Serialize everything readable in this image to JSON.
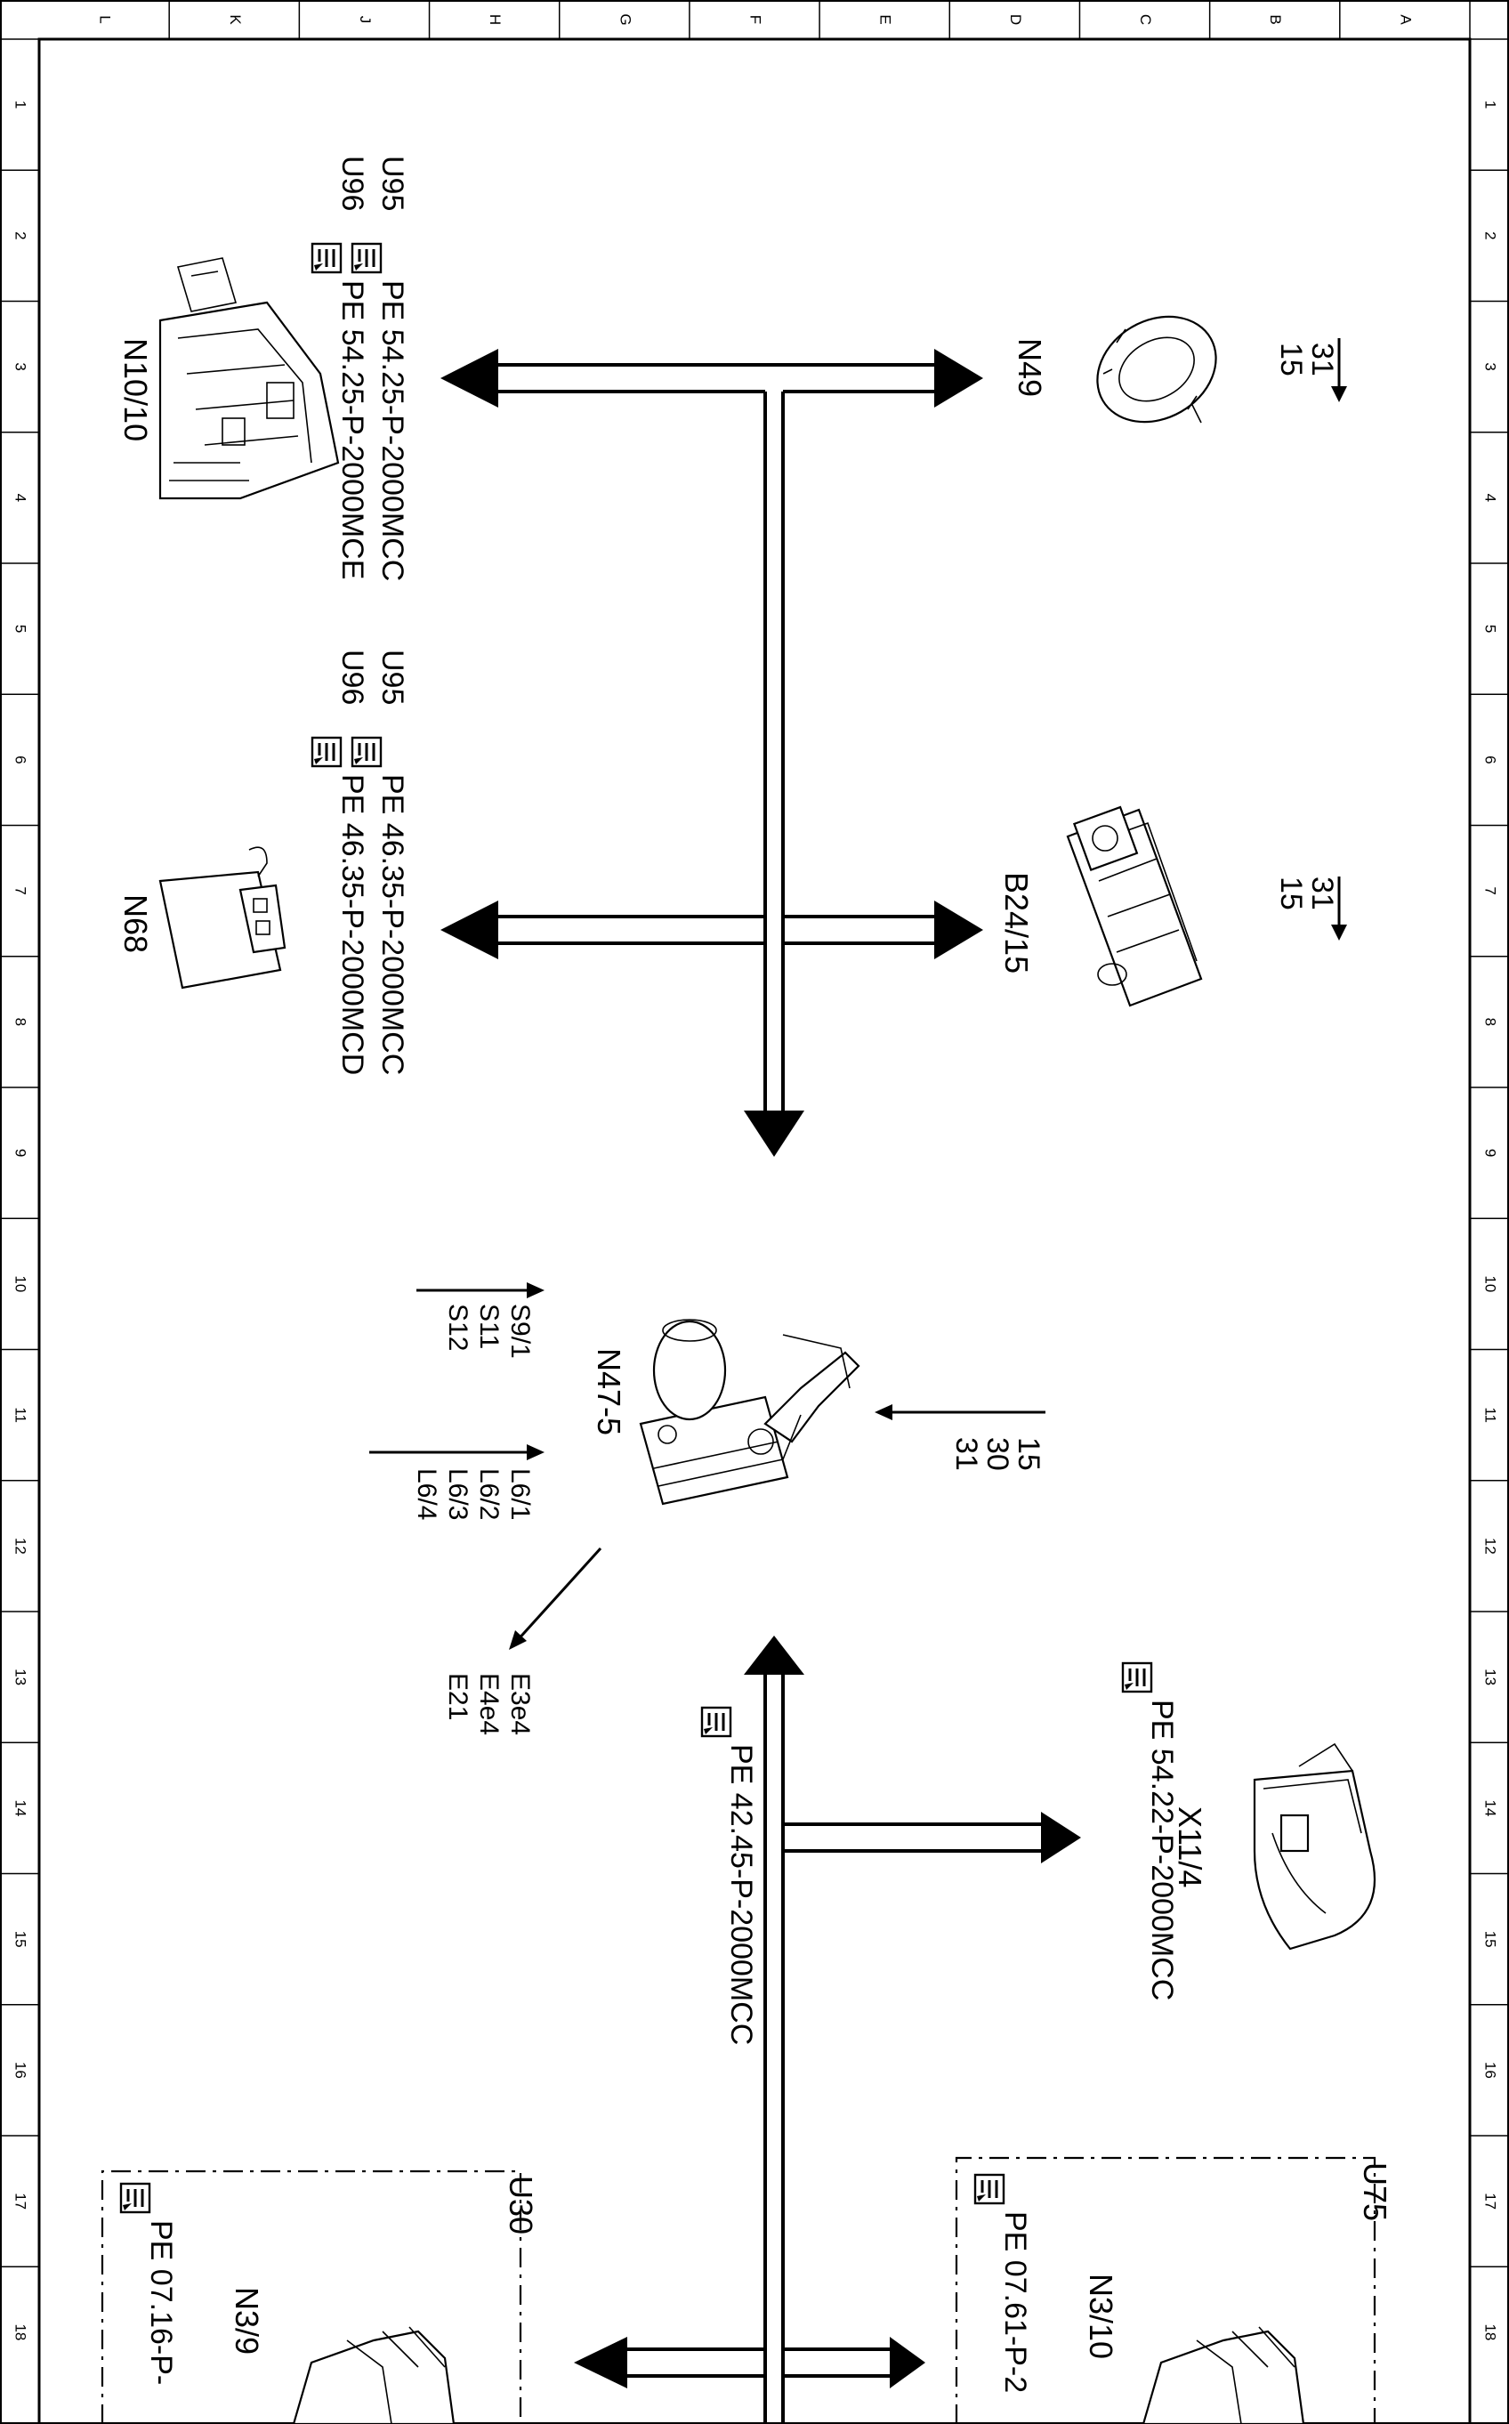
{
  "ruler": {
    "columns": [
      "L",
      "K",
      "J",
      "H",
      "G",
      "F",
      "E",
      "D",
      "C",
      "B",
      "A"
    ],
    "rows": [
      "1",
      "2",
      "3",
      "4",
      "5",
      "6",
      "7",
      "8",
      "9",
      "10",
      "11",
      "12",
      "13",
      "14",
      "15",
      "16",
      "17",
      "18"
    ]
  },
  "components": {
    "n10_10": {
      "name": "N10/10",
      "u95": "U95",
      "u96": "U96",
      "ref_u95": "PE 54.25-P-2000MCC",
      "ref_u96": "PE 54.25-P-2000MCE"
    },
    "n49": {
      "name": "N49",
      "pin_a": "31",
      "pin_b": "15"
    },
    "n68": {
      "name": "N68",
      "u95": "U95",
      "u96": "U96",
      "ref_u95": "PE 46.35-P-2000MCC",
      "ref_u96": "PE 46.35-P-2000MCD"
    },
    "b24_15": {
      "name": "B24/15",
      "pin_a": "31",
      "pin_b": "15"
    },
    "n47_5": {
      "name": "N47-5",
      "inputs_a": [
        "S9/1",
        "S11",
        "S12"
      ],
      "inputs_b": [
        "L6/1",
        "L6/2",
        "L6/3",
        "L6/4"
      ],
      "outputs": [
        "E3e4",
        "E4e4",
        "E21"
      ],
      "power": [
        "15",
        "30",
        "31"
      ]
    },
    "x11_4": {
      "name": "X11/4",
      "ref": "PE 54.22-P-2000MCC"
    },
    "can_bus": {
      "ref": "PE 42.45-P-2000MCC"
    },
    "u30": {
      "group": "U30",
      "name": "N3/9",
      "ref": "PE 07.16-P-"
    },
    "u75": {
      "group": "U75",
      "name": "N3/10",
      "ref": "PE 07.61-P-2"
    }
  },
  "icons": {
    "reference": "pointing-hand-book-icon"
  }
}
